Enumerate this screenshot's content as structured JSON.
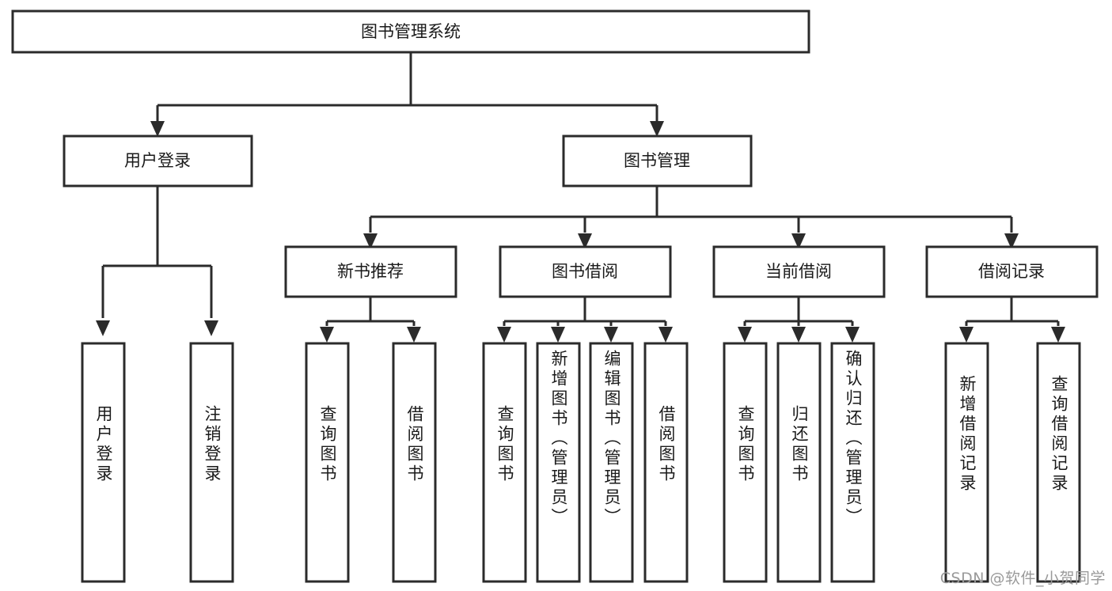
{
  "diagram": {
    "title": "图书管理系统",
    "type": "tree-hierarchy-diagram",
    "colors": {
      "stroke": "#2b2b2b",
      "fill": "#ffffff",
      "text": "#1a1a1a",
      "watermark": "#9a9a9a"
    },
    "root": {
      "id": "root",
      "label": "图书管理系统"
    },
    "level2": [
      {
        "id": "user-login",
        "label": "用户登录"
      },
      {
        "id": "book-management",
        "label": "图书管理"
      }
    ],
    "level3": [
      {
        "id": "new-book-recommend",
        "label": "新书推荐"
      },
      {
        "id": "book-borrow",
        "label": "图书借阅"
      },
      {
        "id": "current-borrow",
        "label": "当前借阅"
      },
      {
        "id": "borrow-record",
        "label": "借阅记录"
      }
    ],
    "leaves": {
      "user-login": [
        {
          "id": "leaf-user-login",
          "label": "用户登录"
        },
        {
          "id": "leaf-logout",
          "label": "注销登录"
        }
      ],
      "new-book-recommend": [
        {
          "id": "leaf-query-book-1",
          "label": "查询图书"
        },
        {
          "id": "leaf-borrow-book-1",
          "label": "借阅图书"
        }
      ],
      "book-borrow": [
        {
          "id": "leaf-query-book-2",
          "label": "查询图书"
        },
        {
          "id": "leaf-add-book",
          "label": "新增图书（管理员）"
        },
        {
          "id": "leaf-edit-book",
          "label": "编辑图书（管理员）"
        },
        {
          "id": "leaf-borrow-book-2",
          "label": "借阅图书"
        }
      ],
      "current-borrow": [
        {
          "id": "leaf-query-book-3",
          "label": "查询图书"
        },
        {
          "id": "leaf-return-book",
          "label": "归还图书"
        },
        {
          "id": "leaf-confirm-return",
          "label": "确认归还（管理员）"
        }
      ],
      "borrow-record": [
        {
          "id": "leaf-add-record",
          "label": "新增借阅记录"
        },
        {
          "id": "leaf-query-record",
          "label": "查询借阅记录"
        }
      ]
    }
  },
  "watermark": {
    "text": "CSDN @软件_小贺同学"
  }
}
